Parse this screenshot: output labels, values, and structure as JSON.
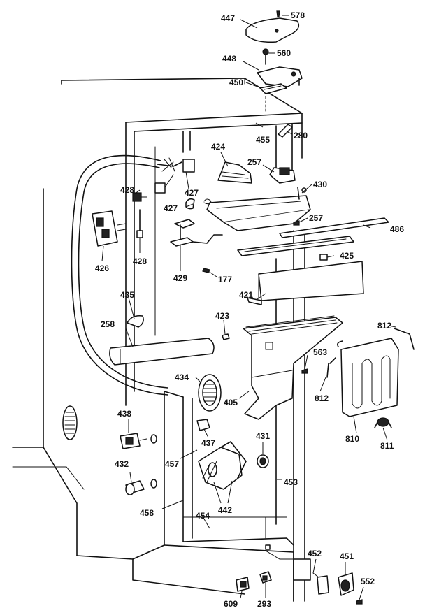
{
  "labels": {
    "p447": "447",
    "p578": "578",
    "p448": "448",
    "p560": "560",
    "p450": "450",
    "p455": "455",
    "p280": "280",
    "p424": "424",
    "p257a": "257",
    "p430": "430",
    "p428a": "428",
    "p427a": "427",
    "p427b": "427",
    "p257b": "257",
    "p486": "486",
    "p426": "426",
    "p428b": "428",
    "p429": "429",
    "p425": "425",
    "p177": "177",
    "p421": "421",
    "p435": "435",
    "p423": "423",
    "p812a": "812",
    "p258": "258",
    "p563": "563",
    "p434": "434",
    "p812b": "812",
    "p405": "405",
    "p438": "438",
    "p437": "437",
    "p431": "431",
    "p810": "810",
    "p811": "811",
    "p432": "432",
    "p457": "457",
    "p453": "453",
    "p442": "442",
    "p458": "458",
    "p454": "454",
    "p452": "452",
    "p451": "451",
    "p552": "552",
    "p609": "609",
    "p293": "293"
  }
}
